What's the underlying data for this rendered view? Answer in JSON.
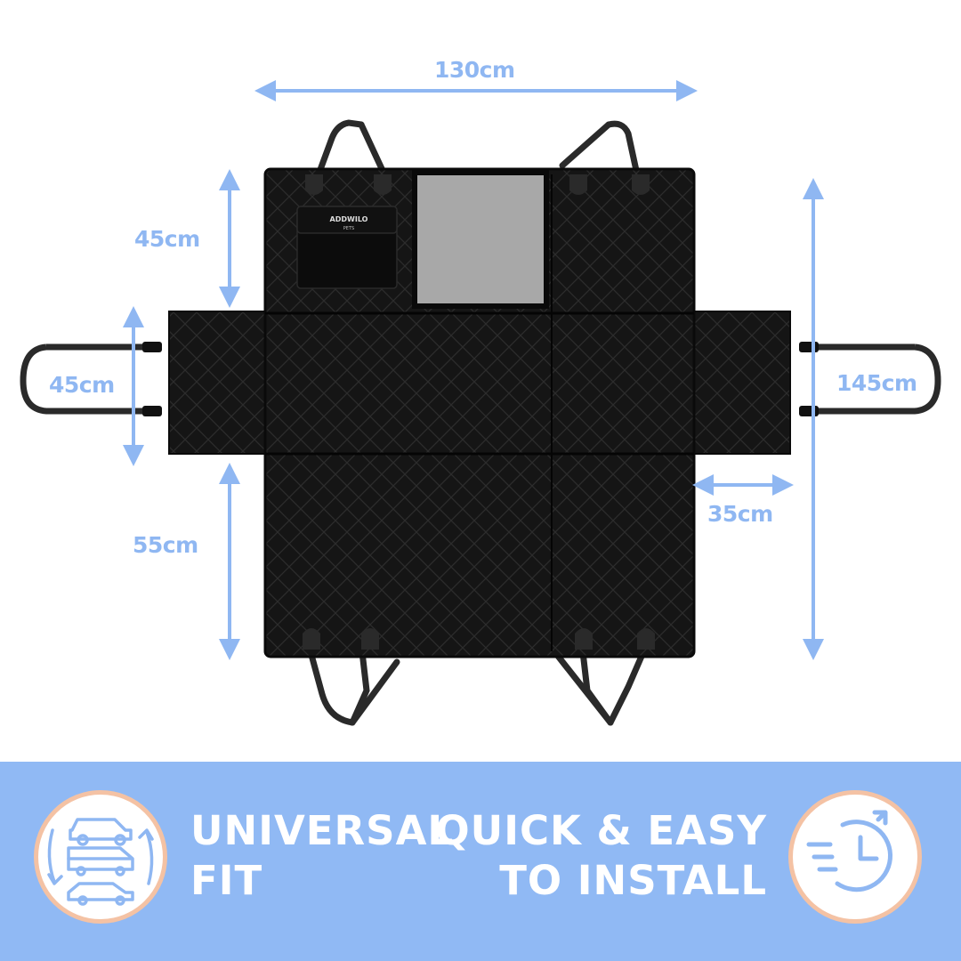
{
  "dimensions": {
    "width_top": "130cm",
    "flap_height": "45cm",
    "side_flap_height": "45cm",
    "seat_depth": "55cm",
    "side_flap_width": "35cm",
    "total_height": "145cm"
  },
  "product": {
    "pocket_brand": "ADDWILO",
    "pocket_sub": "PETS"
  },
  "features": [
    {
      "line1": "UNIVERSAL",
      "line2": "FIT",
      "icon": "vehicle-types-icon"
    },
    {
      "line1": "QUICK & EASY",
      "line2": "TO INSTALL",
      "icon": "fast-clock-icon"
    }
  ],
  "colors": {
    "dimension_blue": "#8fb7f2",
    "banner_blue": "#90b9f4",
    "badge_ring": "#f4c2a4",
    "mat_black": "#141414",
    "window_gray": "#a8a8a8"
  }
}
